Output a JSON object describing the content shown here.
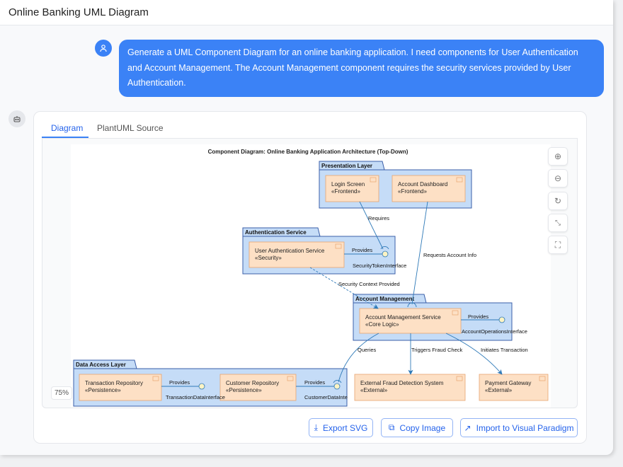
{
  "header": {
    "title": "Online Banking UML Diagram"
  },
  "user_message": "Generate a UML Component Diagram for an online banking application. I need components for User Authentication and Account Management. The Account Management component requires the security services provided by User Authentication.",
  "tabs": [
    {
      "label": "Diagram",
      "active": true
    },
    {
      "label": "PlantUML Source",
      "active": false
    }
  ],
  "diagram": {
    "title": "Component Diagram: Online Banking Application Architecture (Top-Down)",
    "packages": [
      "Presentation Layer",
      "Authentication Service",
      "Account Management",
      "Data Access Layer"
    ],
    "components": [
      {
        "name": "Login Screen",
        "stereotype": "«Frontend»"
      },
      {
        "name": "Account Dashboard",
        "stereotype": "«Frontend»"
      },
      {
        "name": "User Authentication Service",
        "stereotype": "«Security»"
      },
      {
        "name": "Account Management Service",
        "stereotype": "«Core Logic»"
      },
      {
        "name": "Transaction Repository",
        "stereotype": "«Persistence»"
      },
      {
        "name": "Customer Repository",
        "stereotype": "«Persistence»"
      },
      {
        "name": "External Fraud Detection System",
        "stereotype": "«External»"
      },
      {
        "name": "Payment Gateway",
        "stereotype": "«External»"
      }
    ],
    "interfaces": [
      "SecurityTokenInterface",
      "AccountOperationsInterface",
      "TransactionDataInterface",
      "CustomerDataInte"
    ],
    "labels": {
      "provides": "Provides",
      "requires": "Requires",
      "requests": "Requests Account Info",
      "security_context": "Security Context Provided",
      "queries": "Queries",
      "fraud": "Triggers Fraud Check",
      "transaction": "Initiates Transaction"
    },
    "colors": {
      "package": "#c5dcf7",
      "package_border": "#3b5fa8",
      "component": "#fde0c5",
      "component_border": "#e7a570",
      "edge": "#2f7ab8"
    }
  },
  "zoom_level": "75%",
  "tools": [
    "zoom-in",
    "zoom-out",
    "reset",
    "fit",
    "fullscreen"
  ],
  "actions": {
    "export_svg": "Export SVG",
    "copy_image": "Copy Image",
    "import_vp": "Import to Visual Paradigm"
  }
}
